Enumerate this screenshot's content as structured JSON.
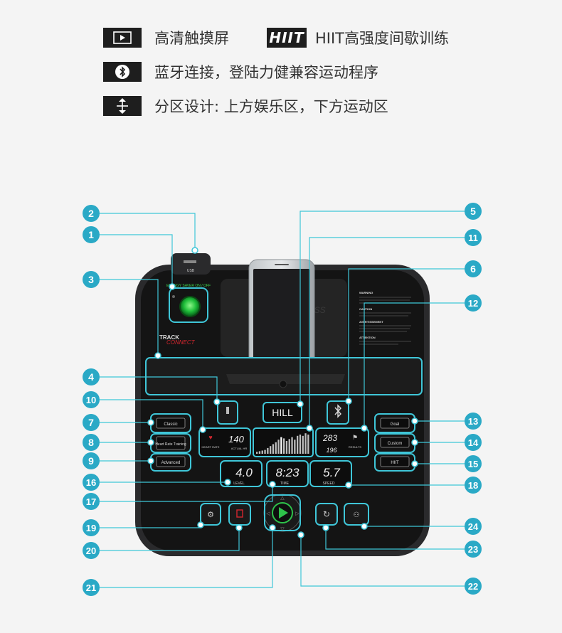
{
  "features": [
    {
      "icon": "play-icon",
      "text": "高清触摸屏"
    },
    {
      "icon": "hiit-icon",
      "icon_text": "HIIT",
      "text": "HIIT高强度间歇训练"
    },
    {
      "icon": "bluetooth-icon",
      "text": "蓝牙连接，登陆力健兼容运动程序"
    },
    {
      "icon": "split-arrows-icon",
      "text": "分区设计: 上方娱乐区，下方运动区"
    }
  ],
  "console": {
    "usb_label": "USB",
    "power_label": "ENERGY SAVER ON / OFF",
    "track_label": "TRACK",
    "connect_label": "CONNECT",
    "brand_label": "LIFE FITNESS",
    "warning_title": "WARNING",
    "caution_title": "CAUTION",
    "avertissement_title": "AVERTISSEMENT",
    "attention_title": "ATTENTION",
    "program_display": "HILL",
    "heart_rate_value": "140",
    "heart_rate_label": "HEART RATE",
    "actual_hr_label": "ACTUAL HR",
    "results_value_top": "283",
    "results_value_bottom": "196",
    "results_label": "RESULTS",
    "level_value": "4.0",
    "level_label": "LEVEL",
    "time_value": "8:23",
    "time_label": "TIME",
    "speed_value": "5.7",
    "speed_label": "SPEED",
    "buttons_left": [
      "Classic",
      "Heart Rate Training",
      "Advanced"
    ],
    "buttons_right": [
      "Goal",
      "Custom",
      "HIIT"
    ],
    "profile_bars": [
      3,
      4,
      5,
      6,
      9,
      12,
      15,
      18,
      22,
      26,
      24,
      20,
      23,
      26,
      22,
      28,
      30,
      28,
      32,
      30
    ],
    "active_bar_index": 9
  },
  "callouts": [
    "1",
    "2",
    "3",
    "4",
    "5",
    "6",
    "7",
    "8",
    "9",
    "10",
    "11",
    "12",
    "13",
    "14",
    "15",
    "16",
    "17",
    "18",
    "19",
    "20",
    "21",
    "22",
    "23",
    "24"
  ]
}
